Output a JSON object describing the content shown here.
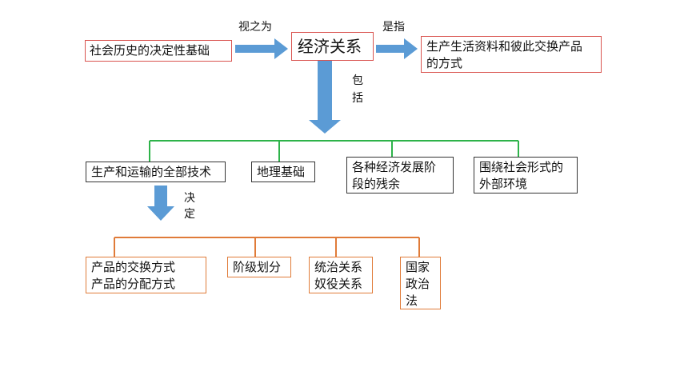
{
  "diagram": {
    "center": "经济关系",
    "left_box": "社会历史的决定性基础",
    "left_arrow_label": "视之为",
    "right_box": "生产生活资料和彼此交换产品\n的方式",
    "right_arrow_label": "是指",
    "down_arrow_label": "包\n括",
    "level1": [
      "生产和运输的全部技术",
      "地理基础",
      "各种经济发展阶\n段的残余",
      "围绕社会形式的\n外部环境"
    ],
    "down_arrow2_label": "决\n定",
    "level2": [
      "产品的交换方式\n产品的分配方式",
      "阶级划分",
      "统治关系\n奴役关系",
      "国家\n政治\n法"
    ],
    "colors": {
      "arrow": "#5b9bd5",
      "red_border": "#d9534f",
      "green_line": "#2eb34a",
      "orange_line": "#e07b39"
    }
  }
}
